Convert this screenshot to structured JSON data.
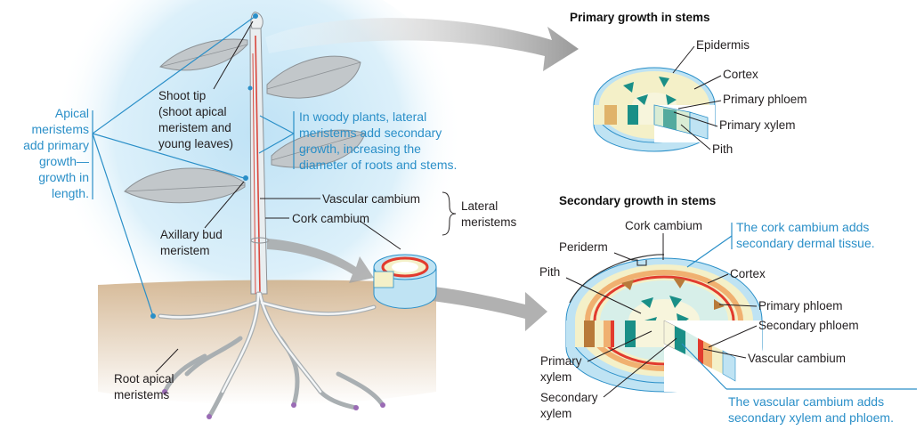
{
  "colors": {
    "accent_blue": "#2a8fc8",
    "sky": "#dbeef8",
    "soil": "#d6b893",
    "leaf": "#bfc4c7",
    "xylem": "#1a8f87",
    "phloem": "#e08a3c",
    "cambium": "#e23b2e",
    "cortex": "#f4f0c8",
    "epidermis": "#bfe3f3"
  },
  "left": {
    "apical_meristems": [
      "Apical",
      "meristems",
      "add primary",
      "growth—",
      "growth in",
      "length."
    ],
    "shoot_tip": [
      "Shoot tip",
      "(shoot apical",
      "meristem and",
      "young leaves)"
    ],
    "woody_plants": [
      "In woody plants, lateral",
      "meristems add secondary",
      "growth, increasing the",
      "diameter of roots and stems."
    ],
    "vascular_cambium": "Vascular cambium",
    "cork_cambium": "Cork cambium",
    "lateral_meristems": [
      "Lateral",
      "meristems"
    ],
    "axillary_bud": [
      "Axillary bud",
      "meristem"
    ],
    "root_apical": [
      "Root apical",
      "meristems"
    ]
  },
  "primary": {
    "title": "Primary growth in stems",
    "epidermis": "Epidermis",
    "cortex": "Cortex",
    "primary_phloem": "Primary phloem",
    "primary_xylem": "Primary xylem",
    "pith": "Pith"
  },
  "secondary": {
    "title": "Secondary growth in stems",
    "cork_cambium": "Cork cambium",
    "cork_note": [
      "The cork cambium adds",
      "secondary dermal tissue."
    ],
    "periderm": "Periderm",
    "cortex": "Cortex",
    "pith": "Pith",
    "primary_phloem": "Primary phloem",
    "secondary_phloem": "Secondary phloem",
    "primary_xylem": [
      "Primary",
      "xylem"
    ],
    "vascular_cambium": "Vascular cambium",
    "secondary_xylem": [
      "Secondary",
      "xylem"
    ],
    "vascular_note": [
      "The vascular cambium adds",
      "secondary xylem and phloem."
    ]
  }
}
